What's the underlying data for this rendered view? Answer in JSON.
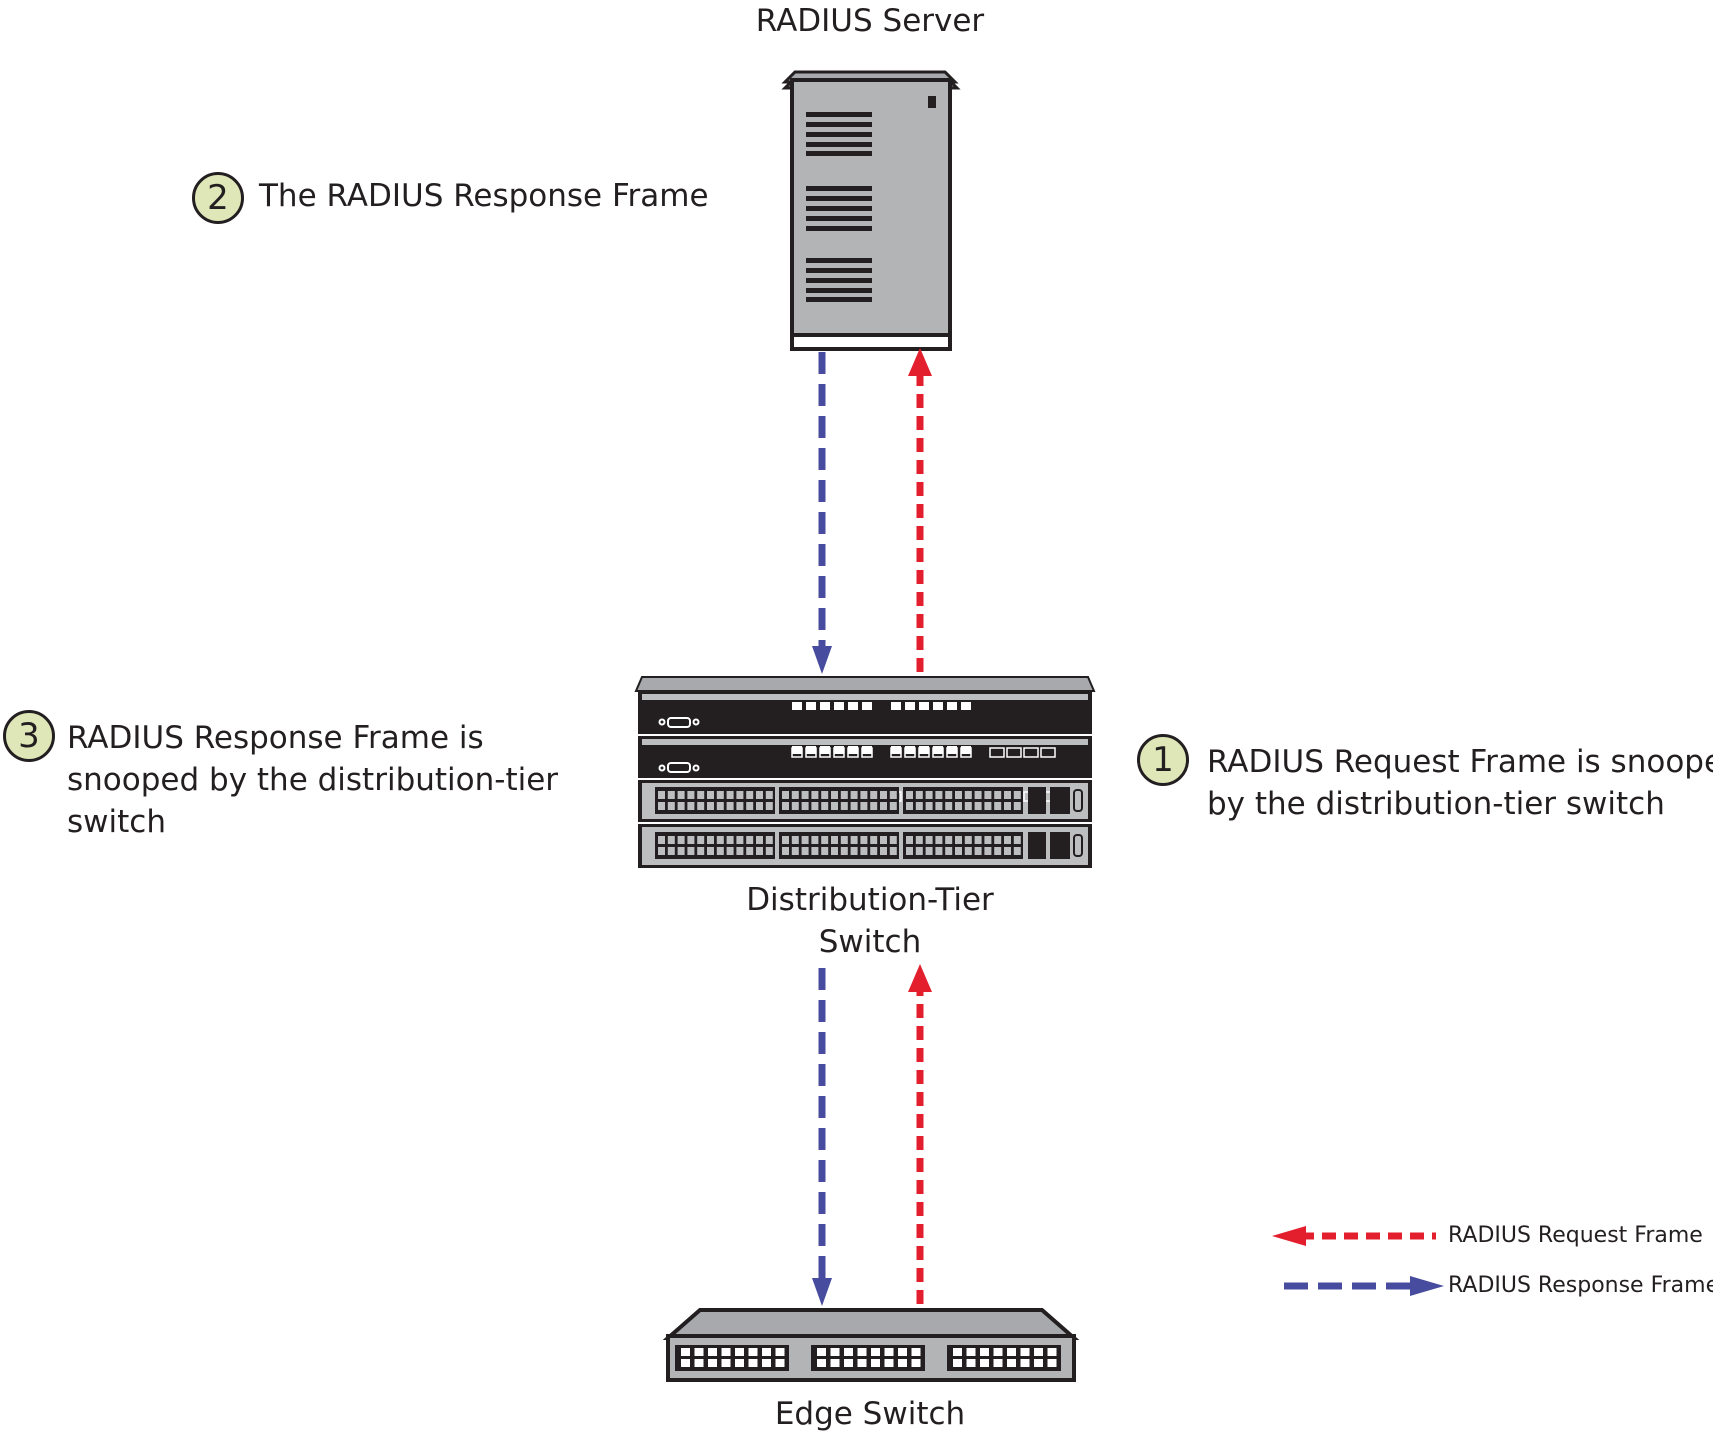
{
  "nodes": {
    "server": {
      "label": "RADIUS Server"
    },
    "distribution": {
      "label_line1": "Distribution-Tier",
      "label_line2": "Switch"
    },
    "edge": {
      "label": "Edge Switch"
    }
  },
  "steps": [
    {
      "number": "1",
      "lines": [
        "RADIUS Request Frame is snooped",
        "by the distribution-tier switch"
      ]
    },
    {
      "number": "2",
      "lines": [
        "The RADIUS Response Frame"
      ]
    },
    {
      "number": "3",
      "lines": [
        "RADIUS Response Frame is",
        "snooped by the distribution-tier",
        "switch"
      ]
    }
  ],
  "legend": {
    "request": {
      "label": "RADIUS Request Frame",
      "color": "#e31e2d"
    },
    "response": {
      "label": "RADIUS Response Frame",
      "color": "#484c9f"
    }
  },
  "colors": {
    "badge_fill": "#dfe7b9",
    "device_gray": "#b2b4b6",
    "device_dark": "#231f20"
  }
}
